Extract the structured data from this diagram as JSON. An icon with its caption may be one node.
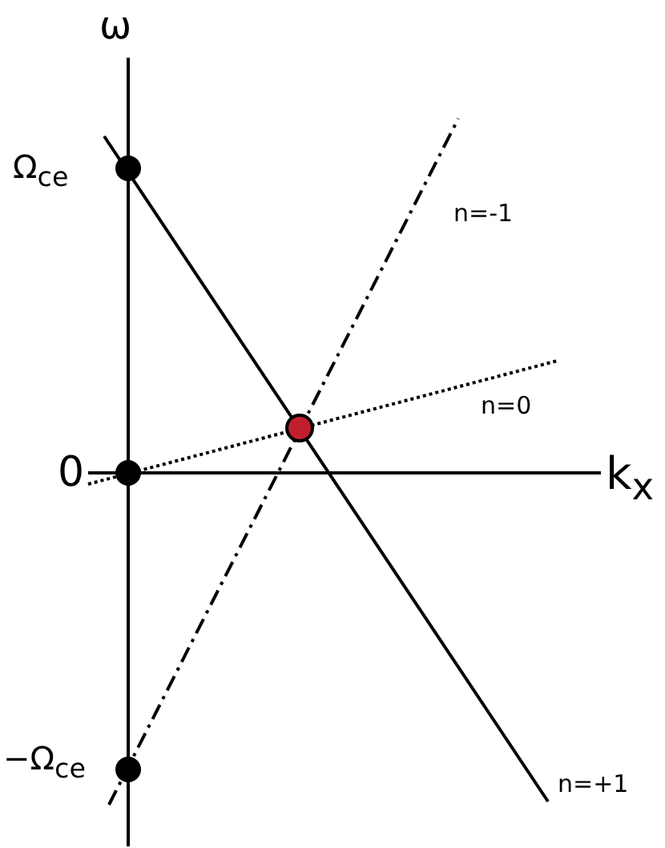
{
  "diagram": {
    "labels": [
      "ω",
      "Ω$_{ce}$",
      "n=-1",
      "n=0",
      "0",
      "k$_{x}$",
      "−Ω$_{ce}$",
      "n=+1"
    ]
  }
}
